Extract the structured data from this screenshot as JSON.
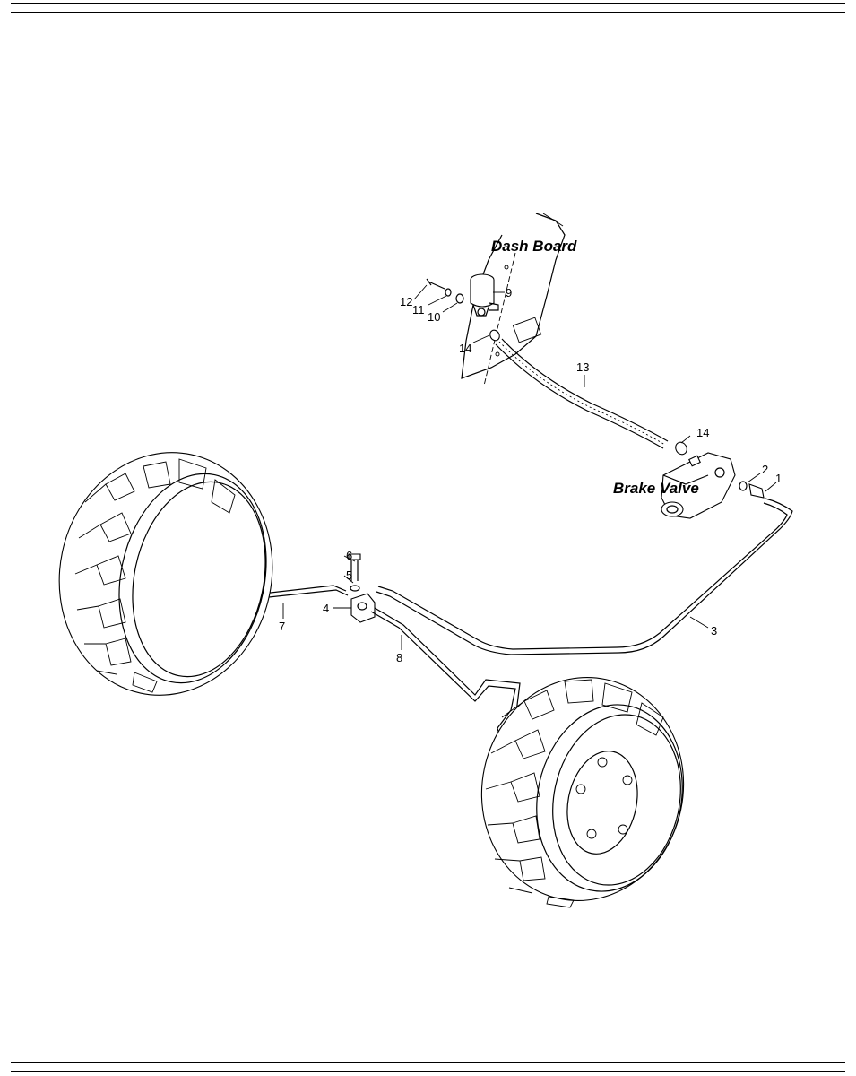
{
  "labels": {
    "dash_board": "Dash Board",
    "brake_valve": "Brake Valve"
  },
  "callouts": {
    "c1": "1",
    "c2": "2",
    "c3": "3",
    "c4": "4",
    "c5": "5",
    "c6": "6",
    "c7": "7",
    "c8": "8",
    "c9": "9",
    "c10": "10",
    "c11": "11",
    "c12": "12",
    "c13": "13",
    "c14_top": "14",
    "c14_bottom": "14"
  }
}
